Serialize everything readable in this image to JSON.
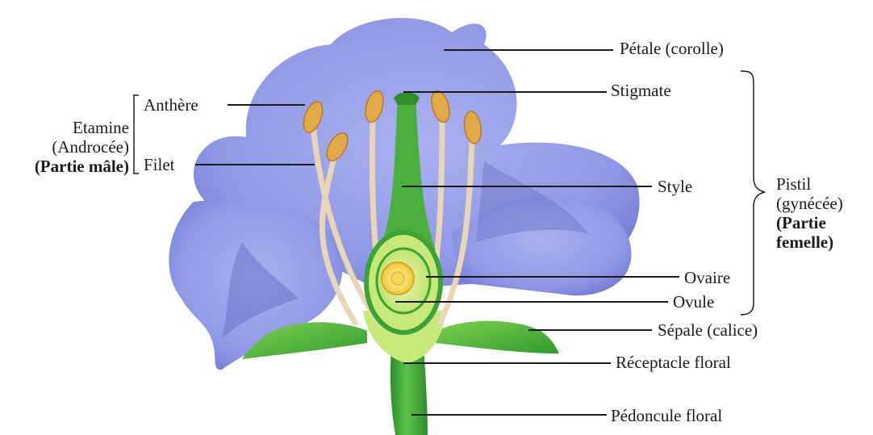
{
  "diagram": {
    "colors": {
      "petal": "#8f98e6",
      "petal_shadow": "#6a73c8",
      "stem_green": "#3aa335",
      "light_green": "#c9e87a",
      "anther": "#e3a948",
      "filament": "#e8d6b7",
      "leader_line": "#1b1b1b"
    },
    "labels": {
      "petale": "Pétale (corolle)",
      "stigmate": "Stigmate",
      "style": "Style",
      "ovaire": "Ovaire",
      "ovule": "Ovule",
      "sepale": "Sépale (calice)",
      "receptacle": "Réceptacle floral",
      "pedoncule": "Pédoncule floral",
      "anthere": "Anthère",
      "filet": "Filet"
    },
    "groups": {
      "etamine": {
        "line1": "Etamine",
        "line2": "(Androcée)",
        "line3": "(Partie mâle)"
      },
      "pistil": {
        "line1": "Pistil",
        "line2": "(gynécée)",
        "line3": "(Partie",
        "line4": "femelle)"
      }
    }
  }
}
